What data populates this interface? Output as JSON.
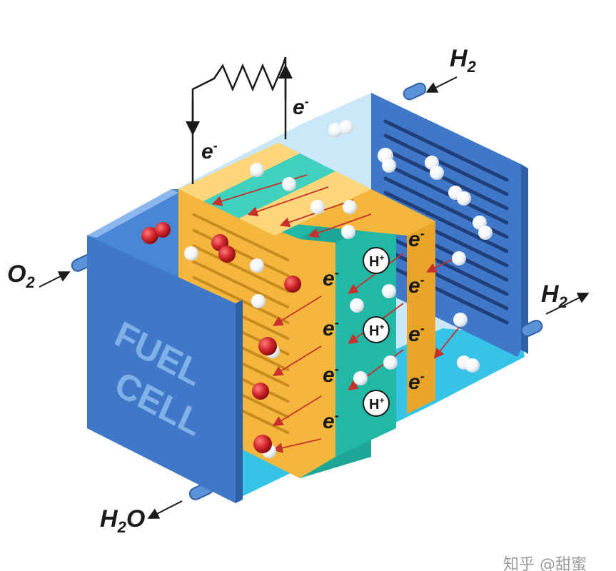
{
  "labels": {
    "o2": "O",
    "o2_sub": "2",
    "h2_in": "H",
    "h2_in_sub": "2",
    "h2_out": "H",
    "h2_out_sub": "2",
    "h2o_h": "H",
    "h2o_sub": "2",
    "h2o_o": "O",
    "panel_line1": "FUEL",
    "panel_line2": "CELL",
    "electron": "e",
    "electron_sup": "-",
    "proton": "H",
    "proton_sup": "+",
    "watermark": "知乎 @甜蜜"
  },
  "colors": {
    "panel_blue": "#4a86d6",
    "plate_blue": "#3f78c8",
    "anode_yellow": "#f4b63c",
    "electrolyte_teal": "#22b8a6",
    "oxygen_red": "#d0242a",
    "glass": "#bfe3f7"
  }
}
